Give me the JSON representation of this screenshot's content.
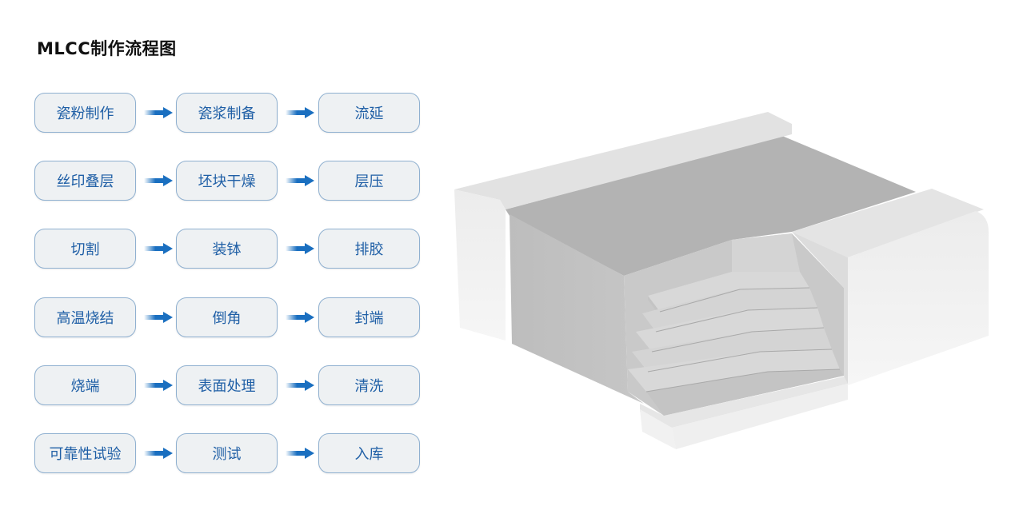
{
  "title": "MLCC制作流程图",
  "rows": [
    [
      "瓷粉制作",
      "瓷浆制备",
      "流延"
    ],
    [
      "丝印叠层",
      "坯块干燥",
      "层压"
    ],
    [
      "切割",
      "装钵",
      "排胶"
    ],
    [
      "高温烧结",
      "倒角",
      "封端"
    ],
    [
      "烧端",
      "表面处理",
      "清洗"
    ],
    [
      "可靠性试验",
      "测试",
      "入库"
    ]
  ],
  "colors": {
    "accent": "#1a6fc0",
    "box_text": "#1f5fa6",
    "box_border": "#8fb0d0",
    "box_bg": "#eef1f3"
  }
}
